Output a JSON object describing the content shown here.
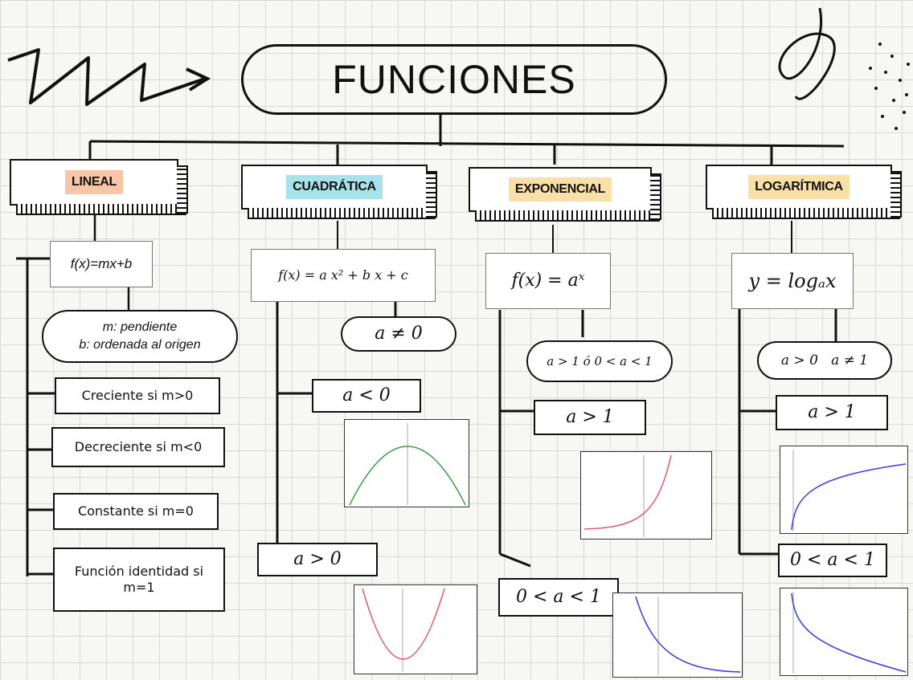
{
  "title": "FUNCIONES",
  "colors": {
    "lineal": "#f6c6a6",
    "cuadratica": "#a9e3ea",
    "exponencial": "#f9e0a6",
    "logaritmica": "#f9e0a6",
    "green_curve": "#3c9a4a",
    "red_curve": "#e05a6a",
    "blue_curve": "#3b3be0"
  },
  "lineal": {
    "label": "LINEAL",
    "formula": "f(x)=mx+b",
    "note_line1": "m: pendiente",
    "note_line2": "b: ordenada al origen",
    "case1": "Creciente si m>0",
    "case2": "Decreciente si m<0",
    "case3": "Constante si m=0",
    "case4": "Función identidad si m=1"
  },
  "cuadratica": {
    "label": "CUADRÁTICA",
    "formula": "f(x) = a x² + b x + c",
    "condition": "a ≠ 0",
    "case_neg": "a < 0",
    "case_pos": "a > 0"
  },
  "exponencial": {
    "label": "EXPONENCIAL",
    "formula": "f(x) = aˣ",
    "condition": "a > 1 ó 0 < a < 1",
    "case_gt1": "a > 1",
    "case_lt1": "0 < a < 1"
  },
  "logaritmica": {
    "label": "LOGARÍTMICA",
    "formula": "y = logₐx",
    "condition": "a > 0   a ≠ 1",
    "case_gt1": "a > 1",
    "case_lt1": "0 < a < 1"
  }
}
